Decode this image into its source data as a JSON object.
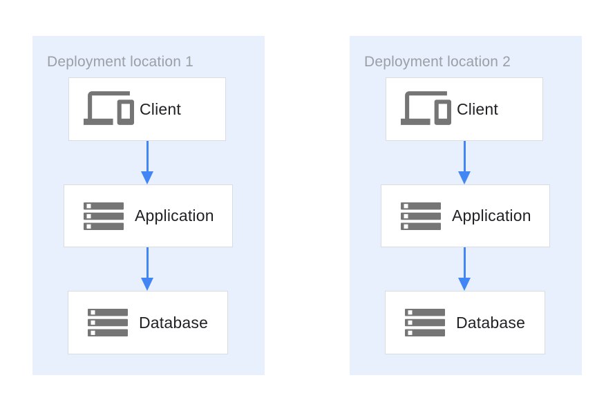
{
  "diagram": {
    "panels": [
      {
        "title": "Deployment location 1",
        "nodes": [
          {
            "label": "Client",
            "icon": "devices-icon"
          },
          {
            "label": "Application",
            "icon": "server-stack-icon"
          },
          {
            "label": "Database",
            "icon": "server-stack-icon"
          }
        ],
        "edges": [
          {
            "from": "Client",
            "to": "Application"
          },
          {
            "from": "Application",
            "to": "Database"
          }
        ]
      },
      {
        "title": "Deployment location 2",
        "nodes": [
          {
            "label": "Client",
            "icon": "devices-icon"
          },
          {
            "label": "Application",
            "icon": "server-stack-icon"
          },
          {
            "label": "Database",
            "icon": "server-stack-icon"
          }
        ],
        "edges": [
          {
            "from": "Client",
            "to": "Application"
          },
          {
            "from": "Application",
            "to": "Database"
          }
        ]
      }
    ],
    "colors": {
      "panel_background": "#e8f0fe",
      "node_background": "#ffffff",
      "node_border": "#d9dce1",
      "arrow": "#4285f4",
      "icon": "#757575",
      "title_text": "#9aa0a6",
      "label_text": "#202124"
    }
  }
}
